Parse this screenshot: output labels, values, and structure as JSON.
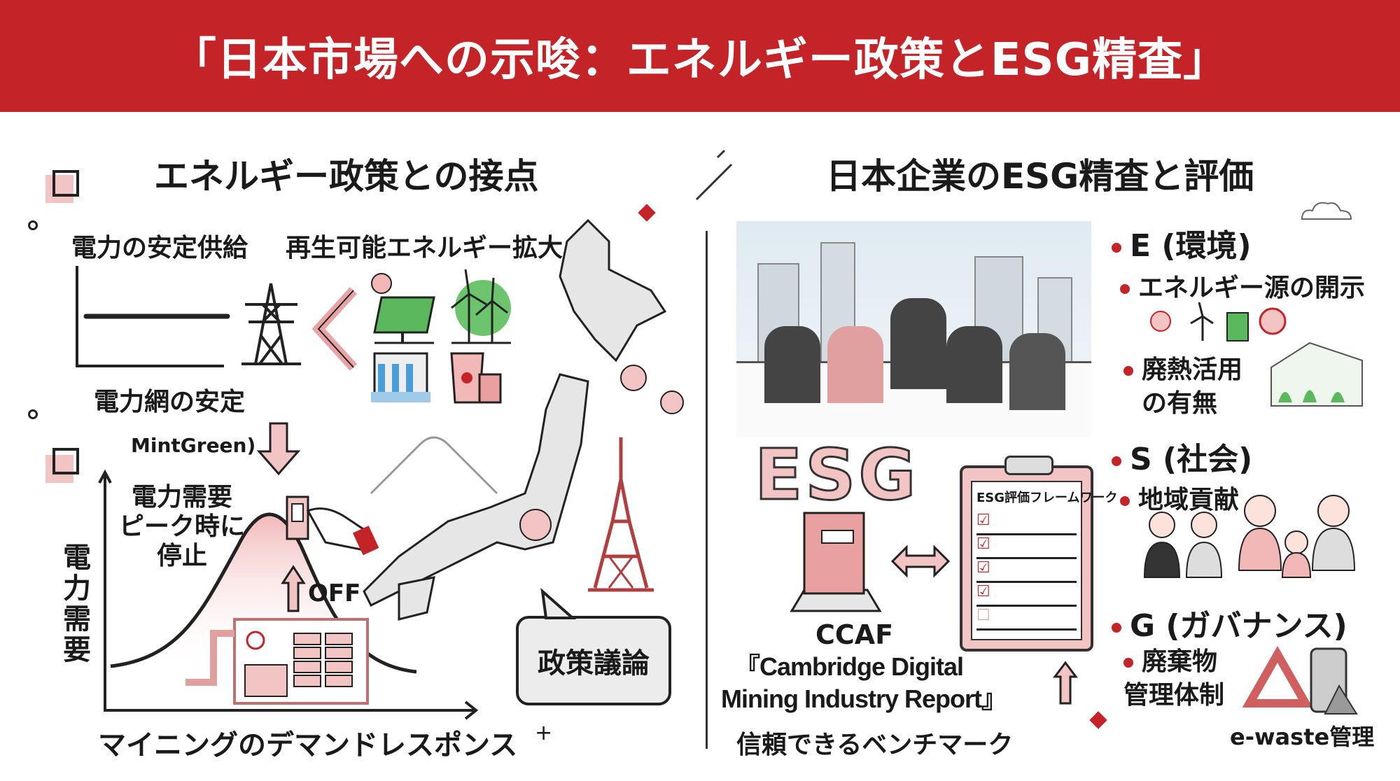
{
  "header": {
    "title": "「日本市場への示唆：エネルギー政策とESG精査」"
  },
  "left": {
    "heading": "エネルギー政策との接点",
    "stable_supply": "電力の安定供給",
    "renewable_expansion": "再生可能エネルギー拡大",
    "grid_stability": "電力網の安定",
    "mint_green": "MintGreen)",
    "peak_stop": [
      "電力需要",
      "ピーク時に",
      "停止"
    ],
    "off_label": "OFF",
    "y_axis_label": "電力需要",
    "x_axis_label": "マイニングのデマンドレスポンス",
    "policy_bubble": "政策議論",
    "plus": "+"
  },
  "right": {
    "heading": "日本企業のESG精査と評価",
    "esg_big": "ESG",
    "clipboard_title": "ESG評価フレームワーク",
    "ccaf": "CCAF",
    "report_line1": "『Cambridge Digital",
    "report_line2": "Mining Industry Report』",
    "benchmark": "信頼できるベンチマーク",
    "e": {
      "title": "E (環境)",
      "item1": "エネルギー源の開示",
      "item2": [
        "廃熱活用",
        "の有無"
      ]
    },
    "s": {
      "title": "S (社会)",
      "item1": "地域貢献"
    },
    "g": {
      "title": "G (ガバナンス)",
      "item1": [
        "廃棄物",
        "管理体制"
      ],
      "ewaste": "e-waste管理"
    }
  },
  "colors": {
    "brand_red": "#c42327",
    "pink": "#e8a4a4",
    "gray": "#e6e6e6",
    "green": "#5cb85c"
  }
}
